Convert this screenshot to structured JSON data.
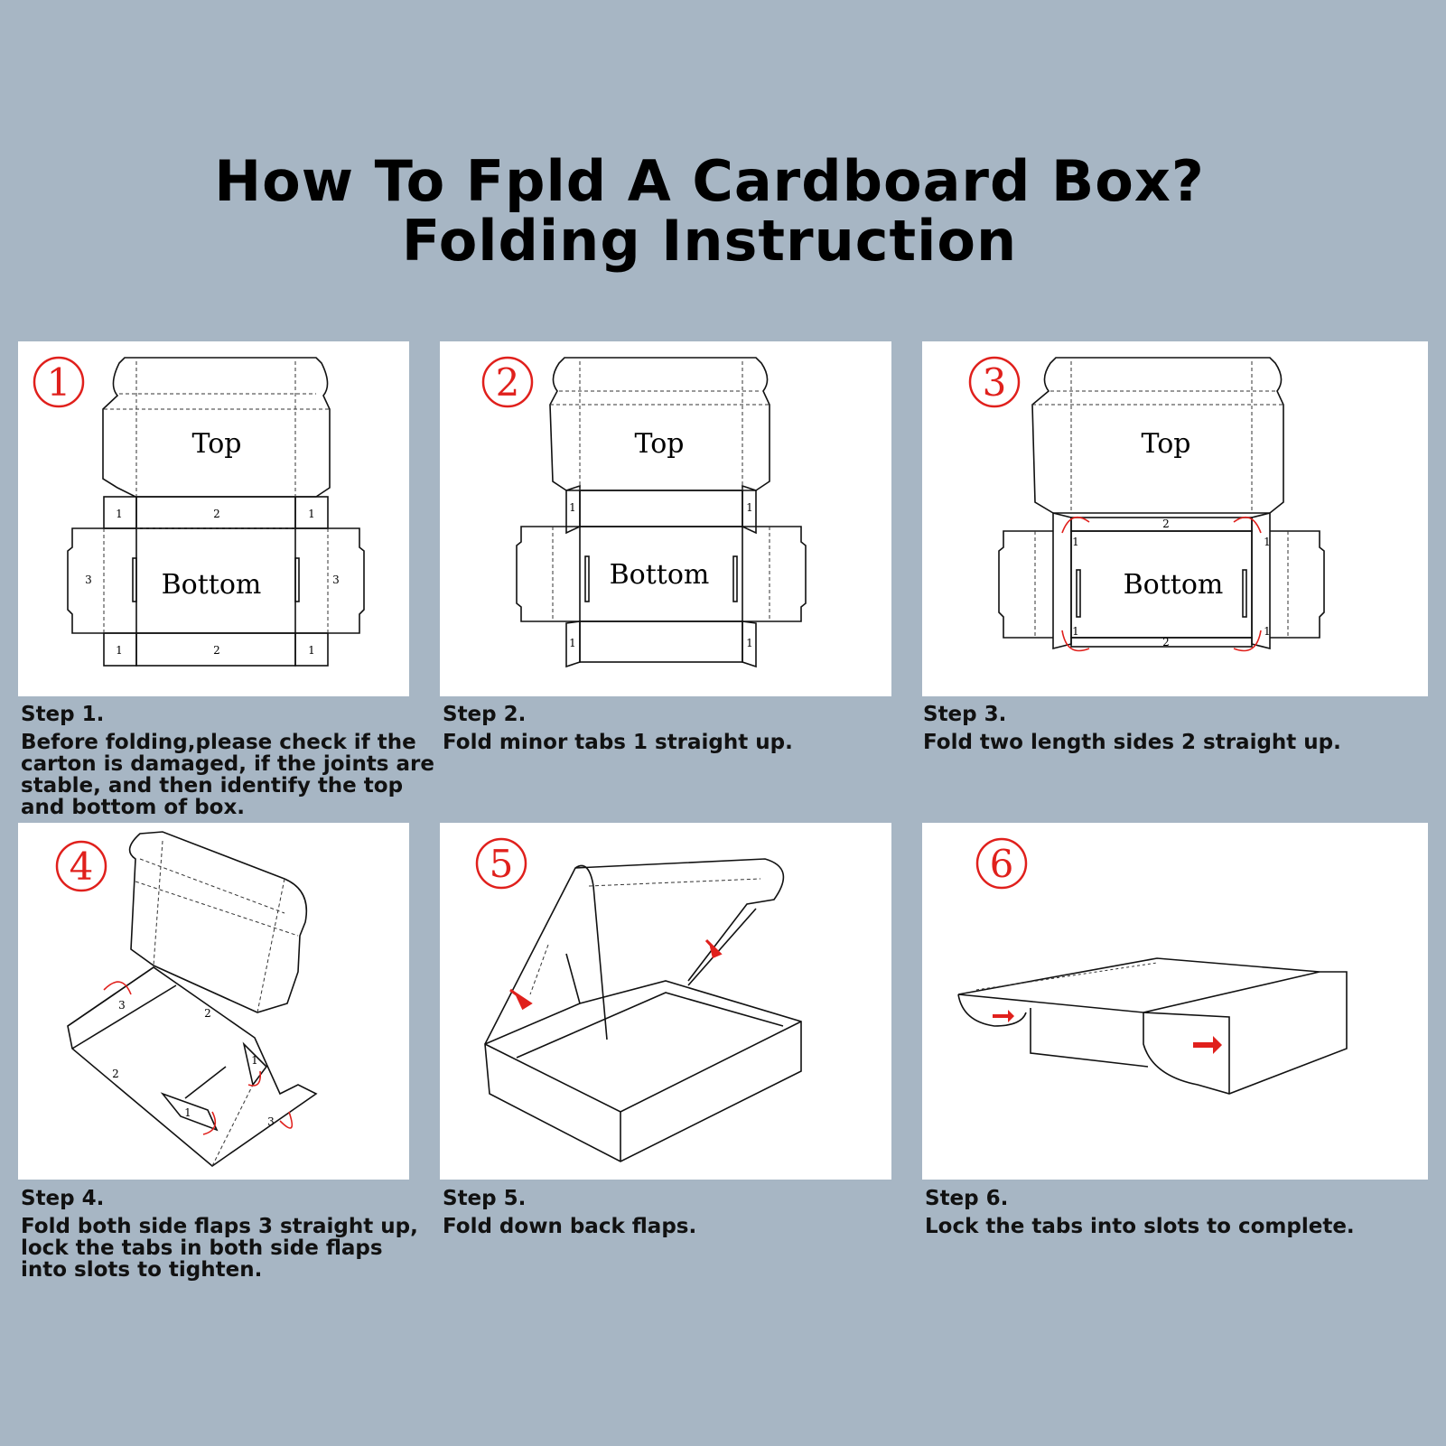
{
  "title_line1": "How To Fpld A Cardboard Box?",
  "title_line2": "Folding Instruction",
  "accent_color": "#e0201c",
  "steps": [
    {
      "num": "1",
      "label": "Step 1.",
      "text": "Before folding,please check if the\ncarton is damaged, if the joints are\nstable, and then identify the top\nand bottom of box.",
      "top": "Top",
      "bottom": "Bottom",
      "tabs": {
        "minor": "1",
        "side": "2",
        "flap": "3"
      }
    },
    {
      "num": "2",
      "label": "Step 2.",
      "text": "Fold minor tabs 1 straight up.",
      "top": "Top",
      "bottom": "Bottom",
      "tabs": {
        "minor": "1"
      }
    },
    {
      "num": "3",
      "label": "Step 3.",
      "text": "Fold two length sides 2 straight up.",
      "top": "Top",
      "bottom": "Bottom",
      "tabs": {
        "minor": "1",
        "side": "2"
      }
    },
    {
      "num": "4",
      "label": "Step 4.",
      "text": "Fold both side flaps 3 straight up,\nlock the tabs in both side flaps\ninto slots to tighten.",
      "tabs": {
        "minor": "1",
        "side": "2",
        "flap": "3"
      }
    },
    {
      "num": "5",
      "label": "Step 5.",
      "text": "Fold down back flaps."
    },
    {
      "num": "6",
      "label": "Step 6.",
      "text": "Lock the tabs into slots to complete."
    }
  ]
}
